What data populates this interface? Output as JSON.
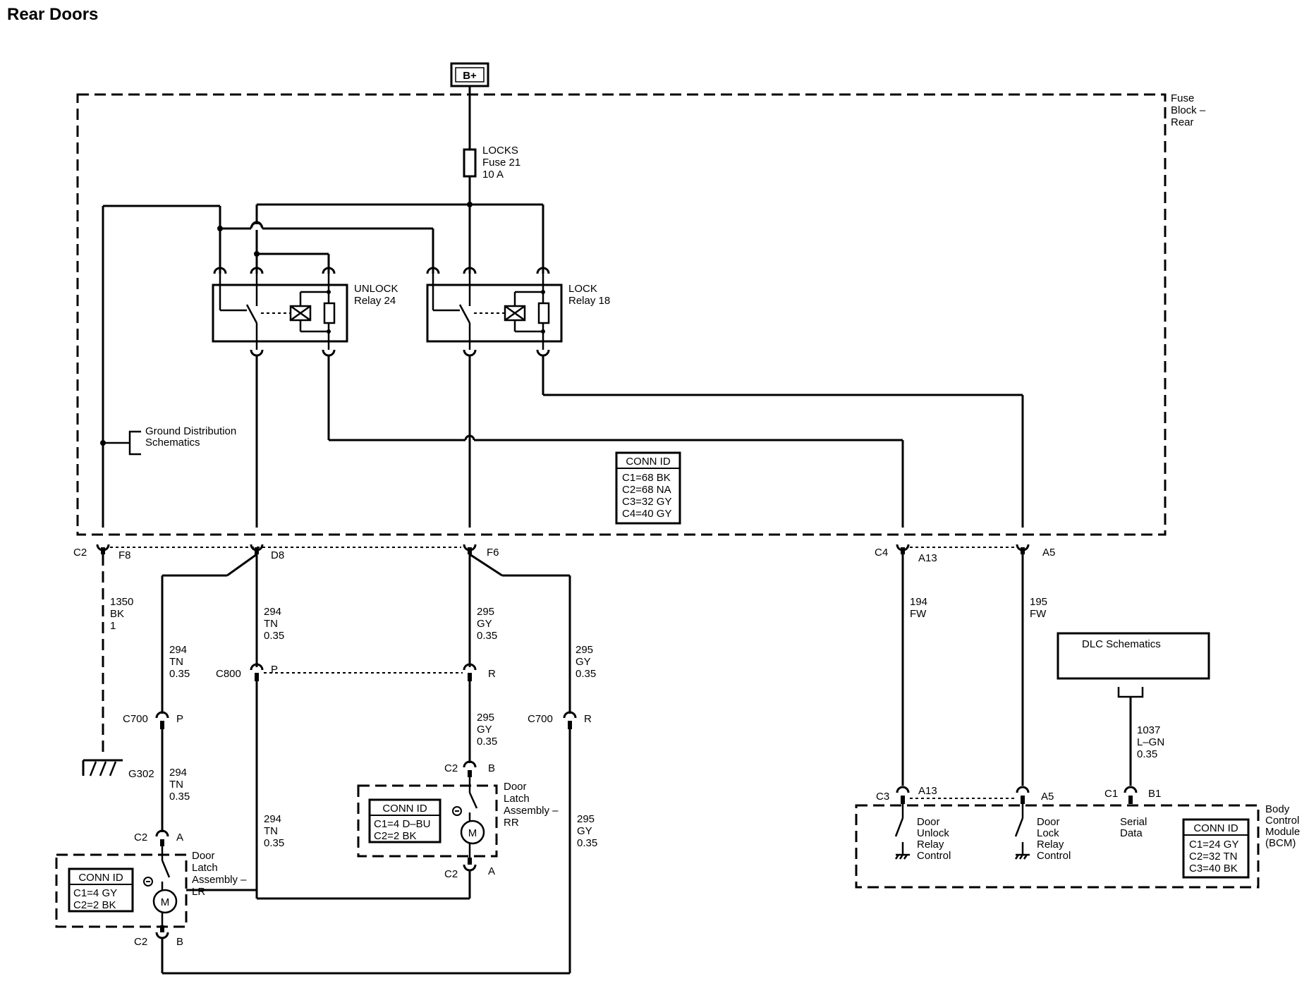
{
  "title": "Rear Doors",
  "power": {
    "label": "B+"
  },
  "fuse_block": {
    "name_l1": "Fuse",
    "name_l2": "Block –",
    "name_l3": "Rear"
  },
  "fuse": {
    "l1": "LOCKS",
    "l2": "Fuse 21",
    "l3": "10 A"
  },
  "unlock_relay": {
    "l1": "UNLOCK",
    "l2": "Relay 24"
  },
  "lock_relay": {
    "l1": "LOCK",
    "l2": "Relay 18"
  },
  "ground_ref": {
    "l1": "Ground Distribution",
    "l2": "Schematics"
  },
  "fuse_block_conn": {
    "header": "CONN ID",
    "rows": [
      "C1=68 BK",
      "C2=68 NA",
      "C3=32 GY",
      "C4=40 GY"
    ]
  },
  "connectors": {
    "c2": "C2",
    "f8": "F8",
    "d8": "D8",
    "f6": "F6",
    "c4": "C4",
    "a13": "A13",
    "a5": "A5",
    "c800": "C800",
    "p": "P",
    "r": "R",
    "c700": "C700",
    "c2b": "C2",
    "b": "B",
    "a": "A",
    "c3": "C3",
    "c1": "C1",
    "b1": "B1",
    "g302": "G302"
  },
  "wires": {
    "w1350": {
      "n": "1350",
      "c": "BK",
      "s": "1"
    },
    "w294": {
      "n": "294",
      "c": "TN",
      "s": "0.35"
    },
    "w295": {
      "n": "295",
      "c": "GY",
      "s": "0.35"
    },
    "w194": {
      "n": "194",
      "c": "FW"
    },
    "w195": {
      "n": "195",
      "c": "FW"
    },
    "w1037": {
      "n": "1037",
      "c": "L–GN",
      "s": "0.35"
    }
  },
  "dlc": {
    "label": "DLC Schematics"
  },
  "latch_rr": {
    "l1": "Door",
    "l2": "Latch",
    "l3": "Assembly –",
    "l4": "RR",
    "conn_header": "CONN ID",
    "rows": [
      "C1=4 D–BU",
      "C2=2 BK"
    ]
  },
  "latch_lr": {
    "l1": "Door",
    "l2": "Latch",
    "l3": "Assembly –",
    "l4": "LR",
    "conn_header": "CONN ID",
    "rows": [
      "C1=4 GY",
      "C2=2 BK"
    ]
  },
  "motor_label": "M",
  "bcm": {
    "l1": "Body",
    "l2": "Control",
    "l3": "Module",
    "l4": "(BCM)",
    "unlock": [
      "Door",
      "Unlock",
      "Relay",
      "Control"
    ],
    "lock": [
      "Door",
      "Lock",
      "Relay",
      "Control"
    ],
    "serial": [
      "Serial",
      "Data"
    ],
    "conn_header": "CONN ID",
    "rows": [
      "C1=24 GY",
      "C2=32 TN",
      "C3=40 BK"
    ]
  }
}
